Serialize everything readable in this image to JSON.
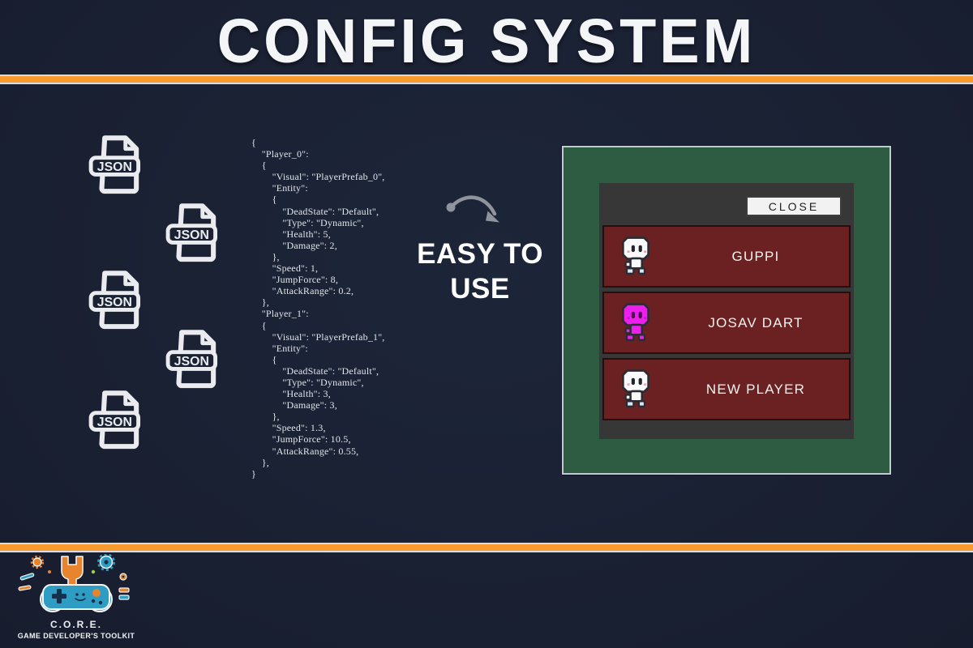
{
  "title": "CONFIG SYSTEM",
  "colors": {
    "background": "#1a2133",
    "accent_orange": "#f79b2e",
    "panel_green": "#2e5c42",
    "panel_gray": "#373737",
    "row_red": "#6b2121",
    "sprite_magenta": "#ee1fee",
    "arrow_gray": "#8f949c",
    "text_white": "#ffffff"
  },
  "left_icons": {
    "label": "JSON",
    "count": 5
  },
  "code": {
    "text": "{\n    \"Player_0\":\n    {\n        \"Visual\": \"PlayerPrefab_0\",\n        \"Entity\":\n        {\n            \"DeadState\": \"Default\",\n            \"Type\": \"Dynamic\",\n            \"Health\": 5,\n            \"Damage\": 2,\n        },\n        \"Speed\": 1,\n        \"JumpForce\": 8,\n        \"AttackRange\": 0.2,\n    },\n    \"Player_1\":\n    {\n        \"Visual\": \"PlayerPrefab_1\",\n        \"Entity\":\n        {\n            \"DeadState\": \"Default\",\n            \"Type\": \"Dynamic\",\n            \"Health\": 3,\n            \"Damage\": 3,\n        },\n        \"Speed\": 1.3,\n        \"JumpForce\": 10.5,\n        \"AttackRange\": 0.55,\n    },\n}"
  },
  "caption": {
    "line1": "EASY TO",
    "line2": "USE"
  },
  "panel": {
    "close_label": "CLOSE",
    "rows": [
      {
        "label": "GUPPI",
        "sprite": "white"
      },
      {
        "label": "JOSAV DART",
        "sprite": "magenta"
      },
      {
        "label": "NEW PLAYER",
        "sprite": "white"
      }
    ]
  },
  "logo": {
    "name": "C.O.R.E.",
    "tagline": "GAME DEVELOPER'S TOOLKIT"
  }
}
